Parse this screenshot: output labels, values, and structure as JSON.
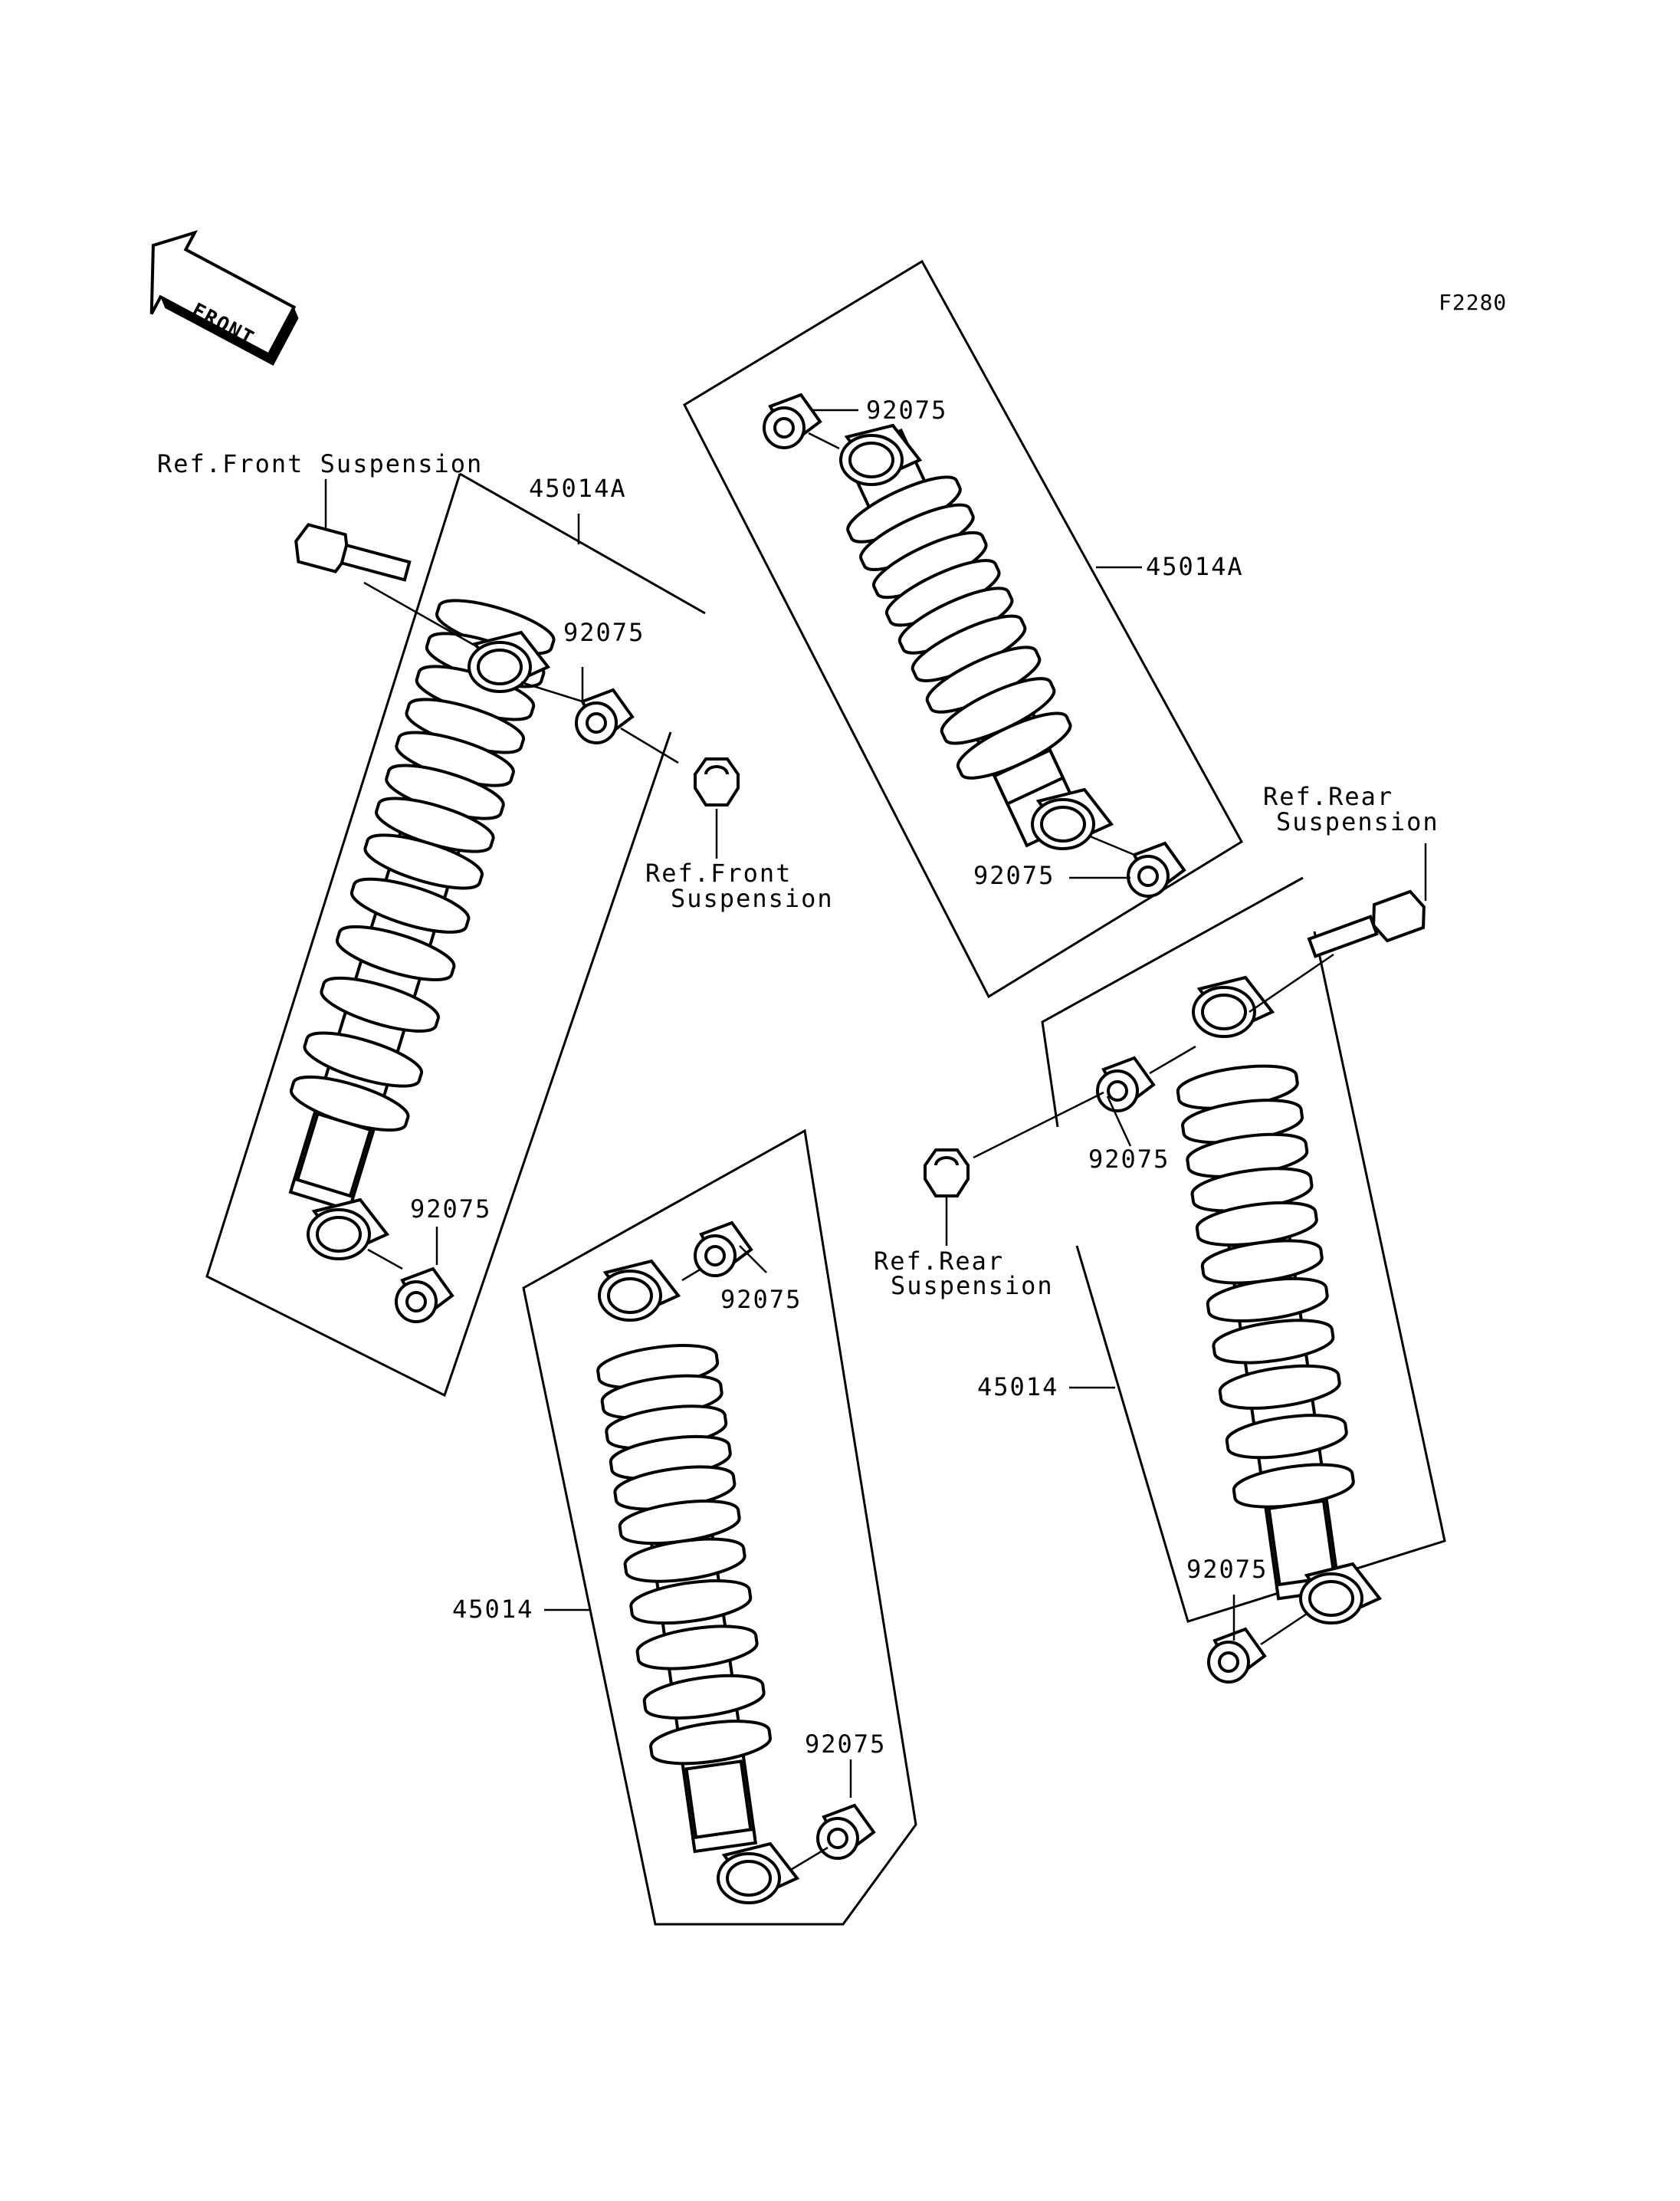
{
  "figure_code": "F2280",
  "front_arrow_label": "FRONT",
  "labels": {
    "ref_front_suspension_top": "Ref.Front Suspension",
    "ref_front_suspension_nut_1": "Ref.Front",
    "ref_front_suspension_nut_2": "Suspension",
    "ref_rear_suspension_top_1": "Ref.Rear",
    "ref_rear_suspension_top_2": "Suspension",
    "ref_rear_suspension_nut_1": "Ref.Rear",
    "ref_rear_suspension_nut_2": "Suspension",
    "shock_front_left": "45014A",
    "shock_front_right": "45014A",
    "shock_rear_left": "45014",
    "shock_rear_right": "45014",
    "bushing_a": "92075",
    "bushing_b": "92075",
    "bushing_c": "92075",
    "bushing_d": "92075",
    "bushing_e": "92075",
    "bushing_f": "92075",
    "bushing_g": "92075",
    "bushing_h": "92075"
  }
}
